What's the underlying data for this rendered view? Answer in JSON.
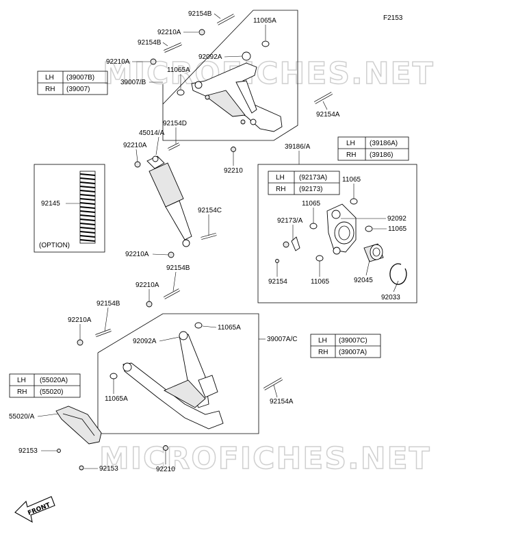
{
  "figure_code": "F2153",
  "watermark": "MICROFICHES.NET",
  "front_label": "FRONT",
  "option_label": "(OPTION)",
  "labels": {
    "bolt_top": "92154B",
    "nut_top": "92210A",
    "bolt_top2": "92154B",
    "nut_left": "92210A",
    "bushing_top_right": "11065A",
    "collar_top": "92092A",
    "bushing_top_left": "11065A",
    "upper_arm": "39007/B",
    "bolt_right_upper": "92154A",
    "shock_bolt_top": "92154D",
    "shock": "45014/A",
    "shock_nut": "92210A",
    "nut_mid": "92210",
    "spring": "92145",
    "shock_bolt_bottom": "92154C",
    "shock_nut_bottom": "92210A",
    "bolt_mid": "92154B",
    "nut_mid2": "92210A",
    "bolt_lower_left": "92154B",
    "nut_lower_left": "92210A",
    "knuckle": "39186/A",
    "k_bushing_top": "11065",
    "k_bushing2": "11065",
    "k_collar": "92092",
    "k_bushing_right": "11065",
    "k_bolt": "92173/A",
    "k_screw": "92154",
    "k_bushing_bottom": "11065",
    "bearing": "92045",
    "circlip": "92033",
    "bushing_lower_right": "11065A",
    "collar_lower": "92092A",
    "lower_arm": "39007A/C",
    "bushing_lower_left": "11065A",
    "bolt_lower_right": "92154A",
    "guard": "55020/A",
    "screw_guard": "92153",
    "screw_guard2": "92153",
    "nut_bottom": "92210"
  },
  "tables": {
    "upper_arm": {
      "lh_side": "LH",
      "lh_part": "(39007B)",
      "rh_side": "RH",
      "rh_part": "(39007)"
    },
    "knuckle": {
      "lh_side": "LH",
      "lh_part": "(39186A)",
      "rh_side": "RH",
      "rh_part": "(39186)"
    },
    "knuckle_bolt": {
      "lh_side": "LH",
      "lh_part": "(92173A)",
      "rh_side": "RH",
      "rh_part": "(92173)"
    },
    "lower_arm": {
      "lh_side": "LH",
      "lh_part": "(39007C)",
      "rh_side": "RH",
      "rh_part": "(39007A)"
    },
    "guard": {
      "lh_side": "LH",
      "lh_part": "(55020A)",
      "rh_side": "RH",
      "rh_part": "(55020)"
    }
  }
}
